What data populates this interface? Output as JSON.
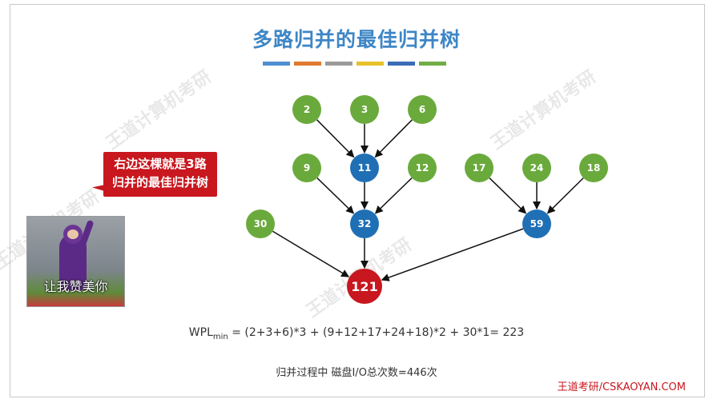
{
  "title": "多路归并的最佳归并树",
  "colors": {
    "green_node": "#6aaa3c",
    "blue_node": "#1f6fb5",
    "red_node": "#c8171f",
    "title_color": "#3d86c6",
    "bar_colors": [
      "#4f8fd1",
      "#e07a2e",
      "#9a9a9a",
      "#e7c12a",
      "#3a6cb8",
      "#70ad47"
    ]
  },
  "diagram": {
    "nodes": [
      {
        "id": "n2",
        "label": "2",
        "kind": "leaf"
      },
      {
        "id": "n3",
        "label": "3",
        "kind": "leaf"
      },
      {
        "id": "n6",
        "label": "6",
        "kind": "leaf"
      },
      {
        "id": "n9",
        "label": "9",
        "kind": "leaf"
      },
      {
        "id": "n11",
        "label": "11",
        "kind": "internal"
      },
      {
        "id": "n12",
        "label": "12",
        "kind": "leaf"
      },
      {
        "id": "n17",
        "label": "17",
        "kind": "leaf"
      },
      {
        "id": "n24",
        "label": "24",
        "kind": "leaf"
      },
      {
        "id": "n18",
        "label": "18",
        "kind": "leaf"
      },
      {
        "id": "n30",
        "label": "30",
        "kind": "leaf"
      },
      {
        "id": "n32",
        "label": "32",
        "kind": "internal"
      },
      {
        "id": "n59",
        "label": "59",
        "kind": "internal"
      },
      {
        "id": "n121",
        "label": "121",
        "kind": "root"
      }
    ],
    "edges": [
      [
        "n2",
        "n11"
      ],
      [
        "n3",
        "n11"
      ],
      [
        "n6",
        "n11"
      ],
      [
        "n9",
        "n32"
      ],
      [
        "n11",
        "n32"
      ],
      [
        "n12",
        "n32"
      ],
      [
        "n17",
        "n59"
      ],
      [
        "n24",
        "n59"
      ],
      [
        "n18",
        "n59"
      ],
      [
        "n30",
        "n121"
      ],
      [
        "n32",
        "n121"
      ],
      [
        "n59",
        "n121"
      ]
    ]
  },
  "callout": {
    "line1": "右边这棵就是3路",
    "line2": "归并的最佳归并树"
  },
  "photo_caption": "让我赞美你",
  "formula": {
    "lhs": "WPL",
    "sub": "min",
    "rhs": " = (2+3+6)*3 + (9+12+17+24+18)*2 + 30*1= 223"
  },
  "stat_text": "归并过程中 磁盘I/O总次数=446次",
  "brand": "王道考研/CSKAOYAN.COM",
  "watermark": "王道计算机考研"
}
